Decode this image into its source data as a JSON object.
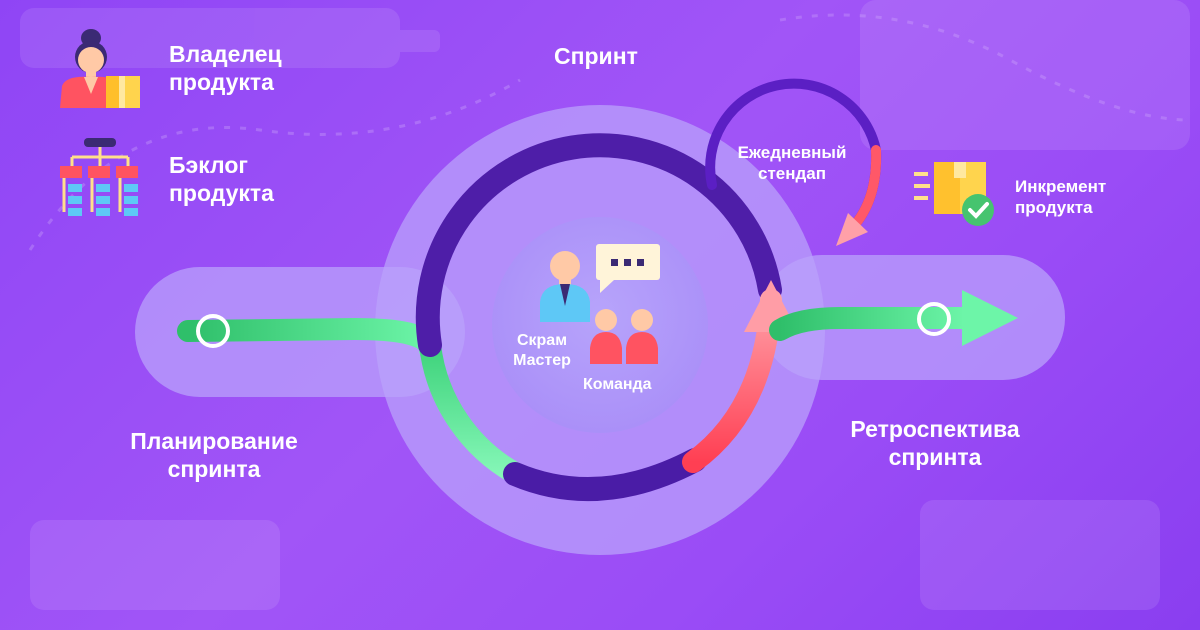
{
  "labels": {
    "sprint": "Спринт",
    "product_owner": [
      "Владелец",
      "продукта"
    ],
    "product_backlog": [
      "Бэклог",
      "продукта"
    ],
    "daily_standup": [
      "Ежедневный",
      "стендап"
    ],
    "product_increment": [
      "Инкремент",
      "продукта"
    ],
    "scrum_master": [
      "Скрам",
      "Мастер"
    ],
    "team": "Команда",
    "sprint_planning": [
      "Планирование",
      "спринта"
    ],
    "sprint_retrospective": [
      "Ретроспектива",
      "спринта"
    ]
  },
  "icons": {
    "product_owner": "woman-avatar-icon",
    "product_backlog": "backlog-tree-icon",
    "scrum_master": "scrum-master-icon",
    "speech_bubble": "speech-bubble-icon",
    "team": "team-icon",
    "increment": "box-check-icon"
  },
  "colors": {
    "background": "#9a4cf6",
    "track": "#b9a2fb",
    "sprint_arc": "#4a1ca6",
    "green_path": "#55e48f",
    "red_path": "#ff5a5f",
    "standup_arc": "#5b1fc4"
  }
}
